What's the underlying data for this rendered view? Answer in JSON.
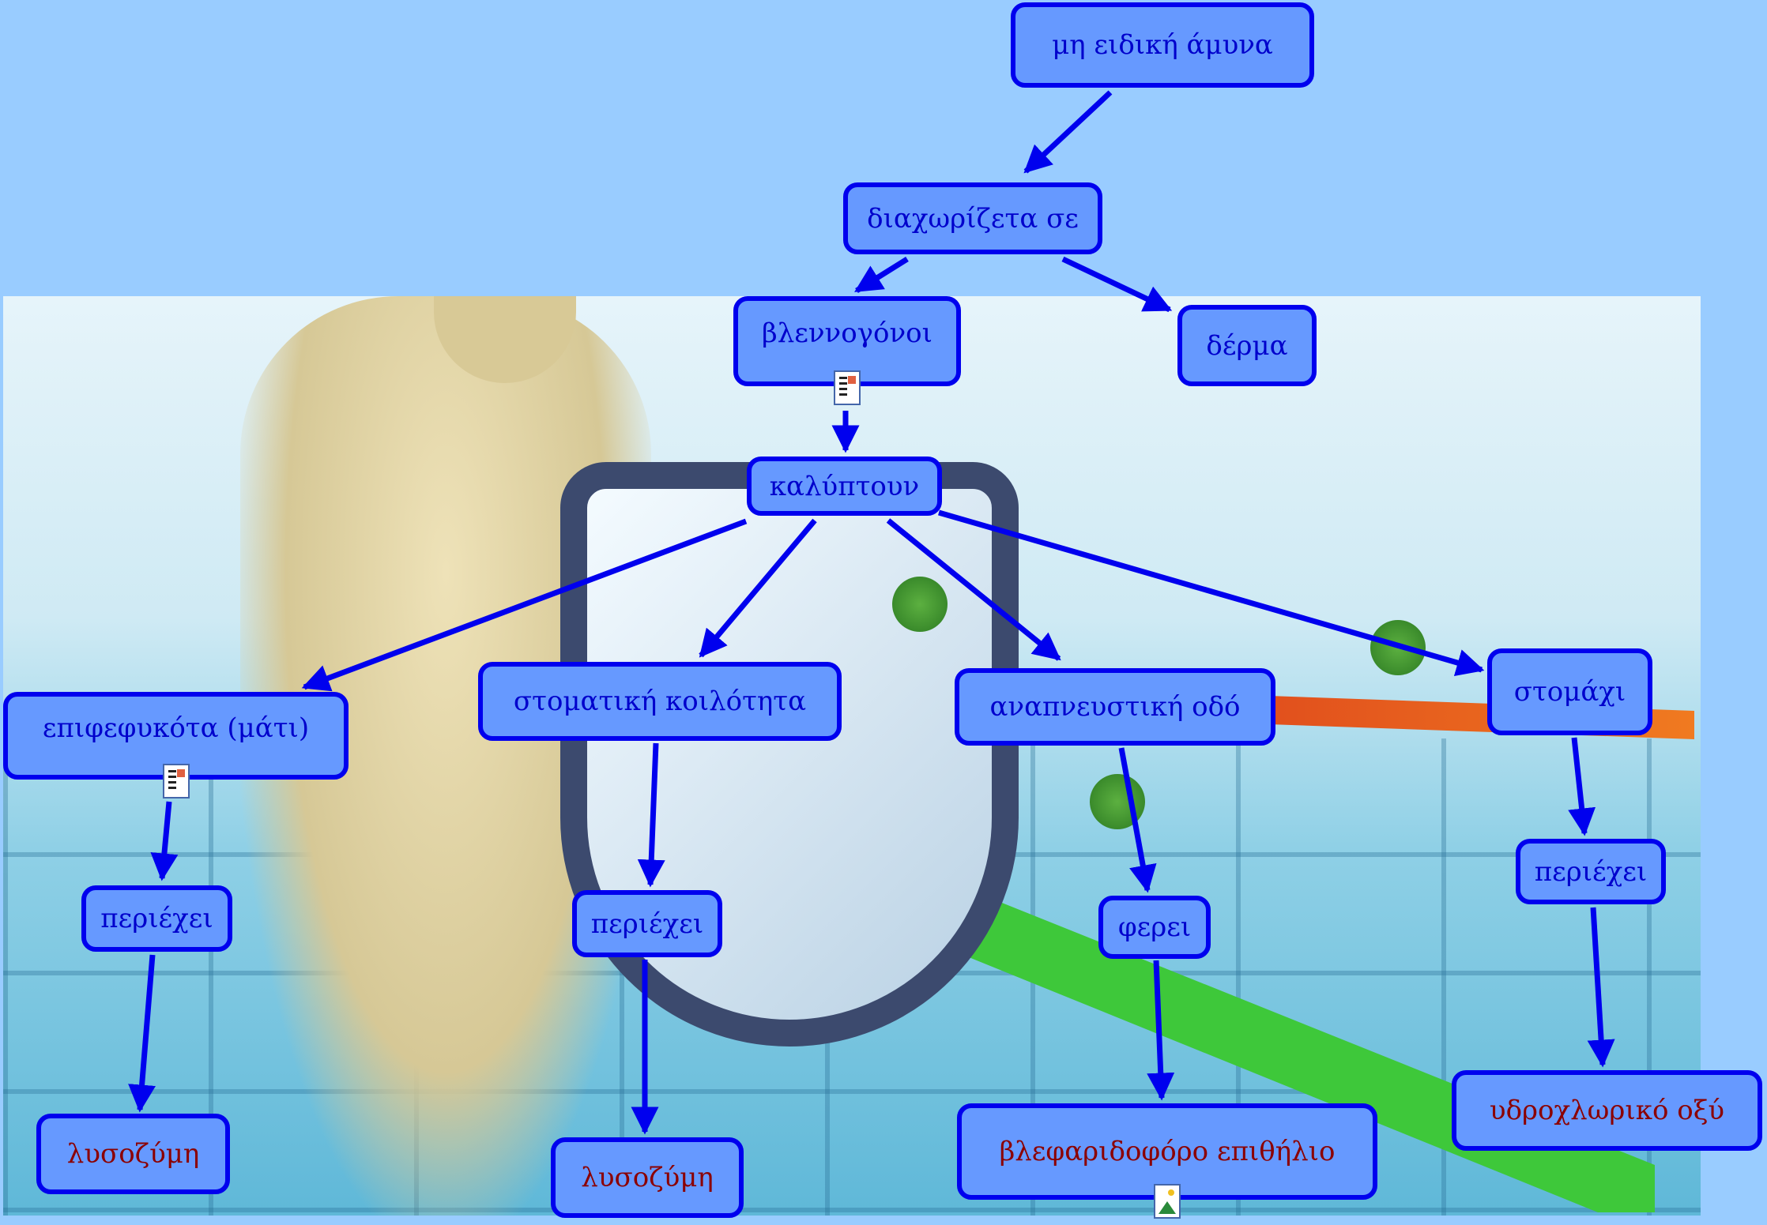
{
  "colors": {
    "background": "#99ccff",
    "node_fill": "#6699ff",
    "node_border": "#0000ee",
    "link_text": "#0000cc",
    "leaf_text": "#8b0000",
    "edge": "#0000ee"
  },
  "nodes": {
    "root": "μη ειδική άμυνα",
    "divided": "διαχωρίζετα σε",
    "mucosa": "βλεννογόνοι",
    "skin": "δέρμα",
    "cover": "καλύπτουν",
    "conjunctiva": "επιφεφυκότα (μάτι)",
    "oral": "στοματική κοιλότητα",
    "respiratory": "αναπνευστική οδό",
    "stomach": "στομάχι",
    "contains1": "περιέχει",
    "contains2": "περιέχει",
    "carries": "φερει",
    "contains3": "περιέχει",
    "lysozyme1": "λυσοζύμη",
    "lysozyme2": "λυσοζύμη",
    "ciliated": "βλεφαριδοφόρο επιθήλιο",
    "hcl": "υδροχλωρικό οξύ"
  },
  "icons": {
    "mucosa": "document-icon",
    "conjunctiva": "document-icon",
    "ciliated": "image-icon"
  },
  "edges": [
    [
      "root",
      "divided"
    ],
    [
      "divided",
      "mucosa"
    ],
    [
      "divided",
      "skin"
    ],
    [
      "mucosa",
      "cover"
    ],
    [
      "cover",
      "conjunctiva"
    ],
    [
      "cover",
      "oral"
    ],
    [
      "cover",
      "respiratory"
    ],
    [
      "cover",
      "stomach"
    ],
    [
      "conjunctiva",
      "contains1"
    ],
    [
      "contains1",
      "lysozyme1"
    ],
    [
      "oral",
      "contains2"
    ],
    [
      "contains2",
      "lysozyme2"
    ],
    [
      "respiratory",
      "carries"
    ],
    [
      "carries",
      "ciliated"
    ],
    [
      "stomach",
      "contains3"
    ],
    [
      "contains3",
      "hcl"
    ]
  ]
}
